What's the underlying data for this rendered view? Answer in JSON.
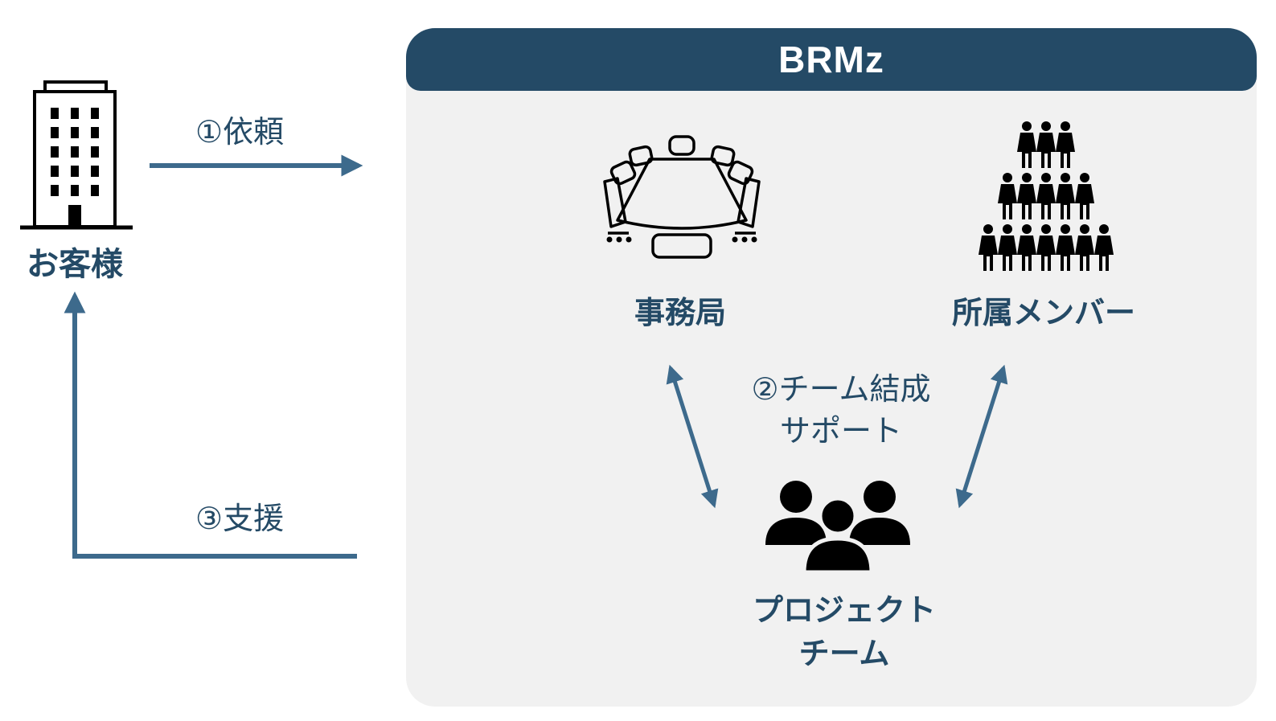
{
  "customer": {
    "label": "お客様",
    "icon": "office-building-icon"
  },
  "org": {
    "title": "BRMz"
  },
  "nodes": {
    "secretariat": {
      "label": "事務局",
      "icon": "conference-table-icon"
    },
    "members": {
      "label": "所属メンバー",
      "icon": "crowd-people-icon"
    },
    "project_team": {
      "label_line1": "プロジェクト",
      "label_line2": "チーム",
      "icon": "team-group-icon"
    }
  },
  "steps": {
    "request": "①依頼",
    "team_support_line1": "②チーム結成",
    "team_support_line2": "サポート",
    "support": "③支援"
  },
  "colors": {
    "primary": "#244a66",
    "arrow": "#3d6a8c",
    "panel_bg": "#f1f1f1",
    "icon": "#000000"
  }
}
